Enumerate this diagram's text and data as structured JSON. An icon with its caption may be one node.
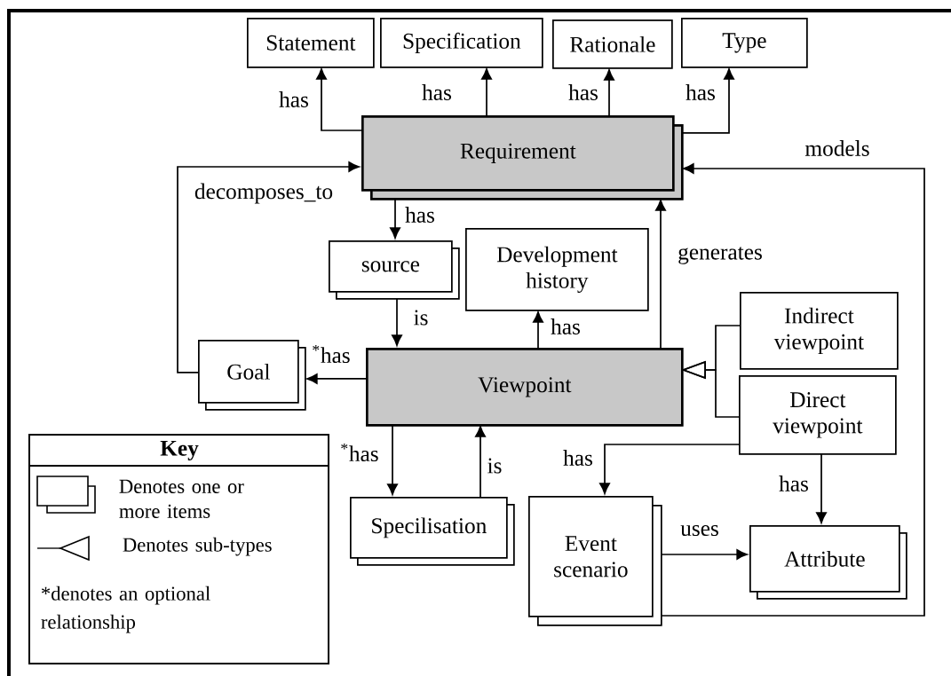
{
  "diagram": {
    "nodes": [
      {
        "text": [
          "Statement"
        ]
      },
      {
        "text": [
          "Specification"
        ]
      },
      {
        "text": [
          "Rationale"
        ]
      },
      {
        "text": [
          "Type"
        ]
      },
      {
        "text": [
          "Requirement"
        ]
      },
      {
        "text": [
          "source"
        ]
      },
      {
        "text": [
          "Development history"
        ]
      },
      {
        "text": [
          "Goal"
        ]
      },
      {
        "text": [
          "Viewpoint"
        ]
      },
      {
        "text": [
          "Indirect viewpoint"
        ]
      },
      {
        "text": [
          "Direct viewpoint"
        ]
      },
      {
        "text": [
          "Specilisation"
        ]
      },
      {
        "text": [
          "Event scenario"
        ]
      },
      {
        "text": [
          "Attribute"
        ]
      }
    ],
    "edges": [
      {
        "from": 4,
        "to": 0,
        "arrow": "to",
        "label": "has"
      },
      {
        "from": 4,
        "to": 1,
        "arrow": "to",
        "label": "has"
      },
      {
        "from": 4,
        "to": 2,
        "arrow": "to",
        "label": "has"
      },
      {
        "from": 4,
        "to": 3,
        "arrow": "to",
        "label": "has"
      },
      {
        "from": 7,
        "to": 4,
        "arrow": "to",
        "label": "decomposes_to"
      },
      {
        "from": 4,
        "to": 5,
        "arrow": "to",
        "label": "has"
      },
      {
        "from": 5,
        "to": 8,
        "arrow": "to",
        "label": "is"
      },
      {
        "from": 8,
        "to": 6,
        "arrow": "to",
        "label": "has"
      },
      {
        "from": 8,
        "to": 4,
        "arrow": "to",
        "label": "generates"
      },
      {
        "from": 8,
        "to": 7,
        "arrow": "to",
        "label": "$^{*}$has"
      },
      {
        "from": 8,
        "to": 11,
        "arrow": "to",
        "label": "$^{*}$has"
      },
      {
        "from": 11,
        "to": 8,
        "arrow": "to",
        "label": "is"
      },
      {
        "from": 9,
        "to": 8,
        "arrow": "to"
      },
      {
        "from": 10,
        "to": 8,
        "arrow": "to"
      },
      {
        "from": 10,
        "to": 12,
        "arrow": "to",
        "label": "has"
      },
      {
        "from": 10,
        "to": 13,
        "arrow": "to",
        "label": "has"
      },
      {
        "from": 12,
        "to": 13,
        "arrow": "to",
        "label": "uses"
      },
      {
        "from": 12,
        "to": 4,
        "arrow": "to",
        "label": "models"
      }
    ],
    "labels": [
      "Key",
      "*denotes an optional relationship"
    ],
    "legend": [
      {
        "text": "Denotes one or more items"
      },
      {
        "text": "Denotes sub-types"
      }
    ]
  }
}
